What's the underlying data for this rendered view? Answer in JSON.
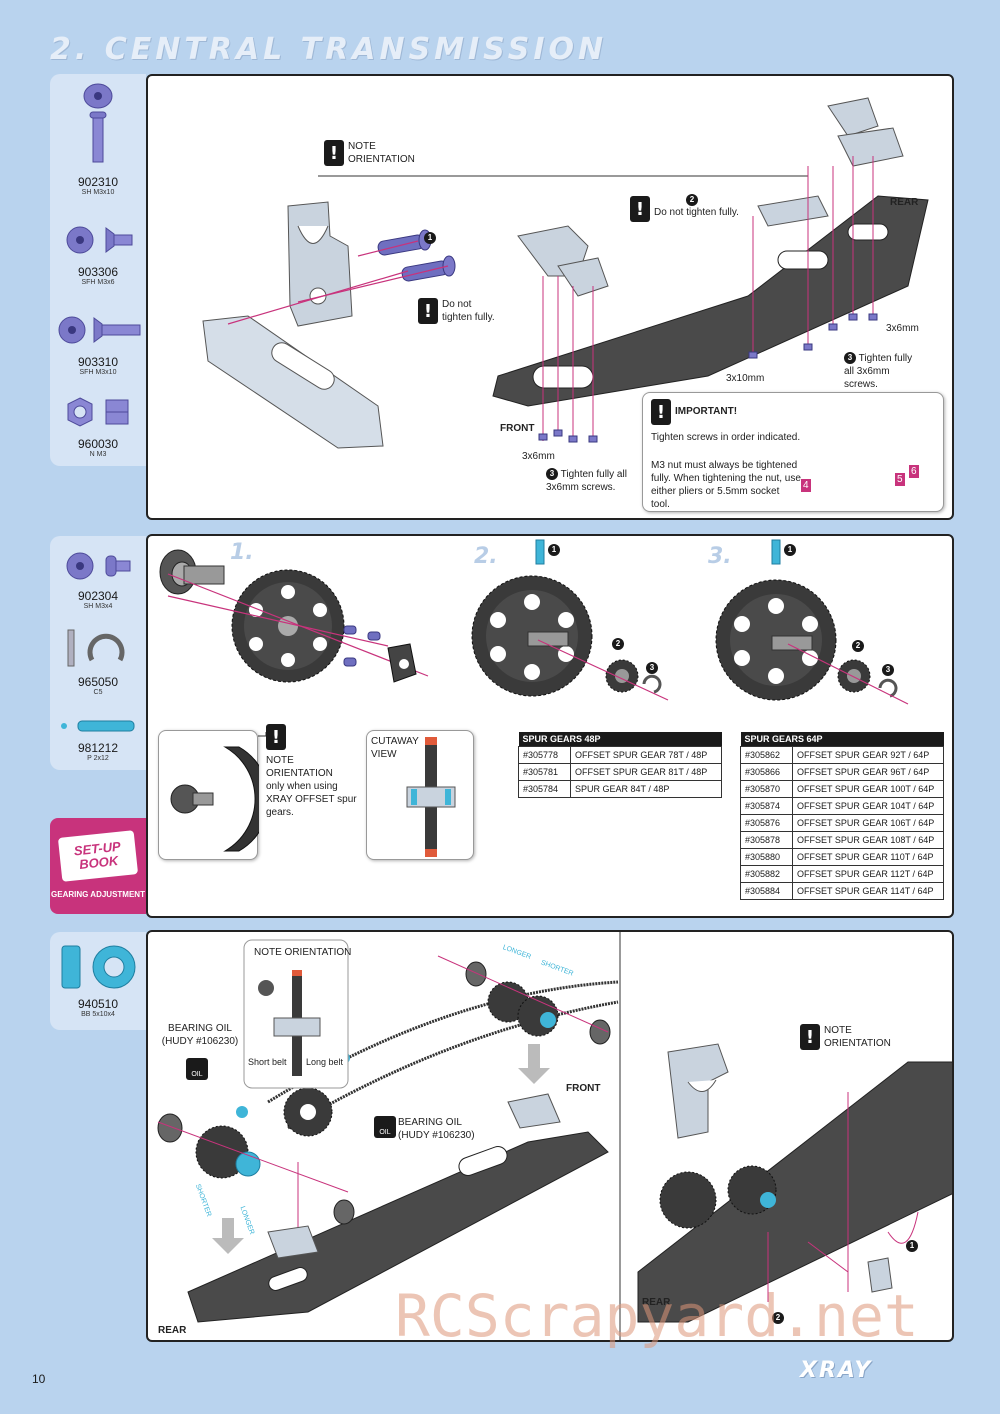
{
  "page": {
    "title": "2. CENTRAL TRANSMISSION",
    "number": "10",
    "brand": "XRAY",
    "watermark": "RCScrapyard.net"
  },
  "colors": {
    "background": "#b9d3ee",
    "sidebar": "#d6e4f5",
    "accent_magenta": "#c8337c",
    "part_blue": "#6f6fc0"
  },
  "parts_section1": [
    {
      "code": "902310",
      "spec": "SH M3x10",
      "icon": "button-head-screw-icon"
    },
    {
      "code": "903306",
      "spec": "SFH M3x6",
      "icon": "flat-head-screw-icon"
    },
    {
      "code": "903310",
      "spec": "SFH M3x10",
      "icon": "flat-head-screw-long-icon"
    },
    {
      "code": "960030",
      "spec": "N M3",
      "icon": "nut-icon"
    }
  ],
  "parts_section2": [
    {
      "code": "902304",
      "spec": "SH M3x4",
      "icon": "short-screw-icon"
    },
    {
      "code": "965050",
      "spec": "C5",
      "icon": "e-clip-icon"
    },
    {
      "code": "981212",
      "spec": "P 2x12",
      "icon": "pin-icon"
    }
  ],
  "parts_section3": [
    {
      "code": "940510",
      "spec": "BB 5x10x4",
      "icon": "ball-bearing-icon"
    }
  ],
  "setup_book": {
    "title": "SET-UP BOOK",
    "subtitle": "GEARING ADJUSTMENT"
  },
  "section1": {
    "note_orientation": "NOTE ORIENTATION",
    "do_not_tighten_fully": "Do not tighten fully.",
    "do_not_tighten_fully_2": "Do not tighten fully.",
    "rear": "REAR",
    "front": "FRONT",
    "label_3x6mm_a": "3x6mm",
    "label_3x6mm_b": "3x6mm",
    "label_3x10mm": "3x10mm",
    "tighten_all_right": "Tighten fully all 3x6mm screws.",
    "tighten_all_left": "Tighten fully all 3x6mm screws.",
    "important": {
      "title": "IMPORTANT!",
      "line1": "Tighten screws in order indicated.",
      "line2": "M3 nut must always be tightened fully. When tightening the nut, use either pliers or 5.5mm socket tool.",
      "order_numbers": [
        "4",
        "5",
        "6"
      ]
    },
    "callouts": [
      "1",
      "2",
      "3"
    ]
  },
  "section2": {
    "steps": [
      "1.",
      "2.",
      "3."
    ],
    "note_orientation": "NOTE ORIENTATION",
    "note_text": "only when using XRAY OFFSET spur gears.",
    "cutaway_view": "CUTAWAY VIEW",
    "callouts": [
      "1",
      "2",
      "3"
    ],
    "spur_48": {
      "title": "SPUR GEARS 48P",
      "rows": [
        [
          "#305778",
          "OFFSET SPUR GEAR 78T / 48P"
        ],
        [
          "#305781",
          "OFFSET SPUR GEAR 81T / 48P"
        ],
        [
          "#305784",
          "SPUR GEAR 84T / 48P"
        ]
      ]
    },
    "spur_64": {
      "title": "SPUR GEARS 64P",
      "rows": [
        [
          "#305862",
          "OFFSET SPUR GEAR 92T / 64P"
        ],
        [
          "#305866",
          "OFFSET SPUR GEAR 96T / 64P"
        ],
        [
          "#305870",
          "OFFSET SPUR GEAR 100T / 64P"
        ],
        [
          "#305874",
          "OFFSET SPUR GEAR 104T / 64P"
        ],
        [
          "#305876",
          "OFFSET SPUR GEAR 106T / 64P"
        ],
        [
          "#305878",
          "OFFSET SPUR GEAR 108T / 64P"
        ],
        [
          "#305880",
          "OFFSET SPUR GEAR 110T / 64P"
        ],
        [
          "#305882",
          "OFFSET SPUR GEAR 112T / 64P"
        ],
        [
          "#305884",
          "OFFSET SPUR GEAR 114T / 64P"
        ]
      ]
    }
  },
  "section3": {
    "note_orientation": "NOTE ORIENTATION",
    "short_belt": "Short belt",
    "long_belt": "Long belt",
    "bearing_oil_left": "BEARING OIL (HUDY #106230)",
    "bearing_oil_right": "BEARING OIL (HUDY #106230)",
    "oil": "OIL",
    "longer_top": "LONGER",
    "shorter_top": "SHORTER",
    "shorter_bottom": "SHORTER",
    "longer_bottom": "LONGER",
    "front": "FRONT",
    "rear_left": "REAR",
    "note_orientation_right": "NOTE ORIENTATION",
    "rear_right": "REAR",
    "callouts": [
      "1",
      "2"
    ]
  }
}
